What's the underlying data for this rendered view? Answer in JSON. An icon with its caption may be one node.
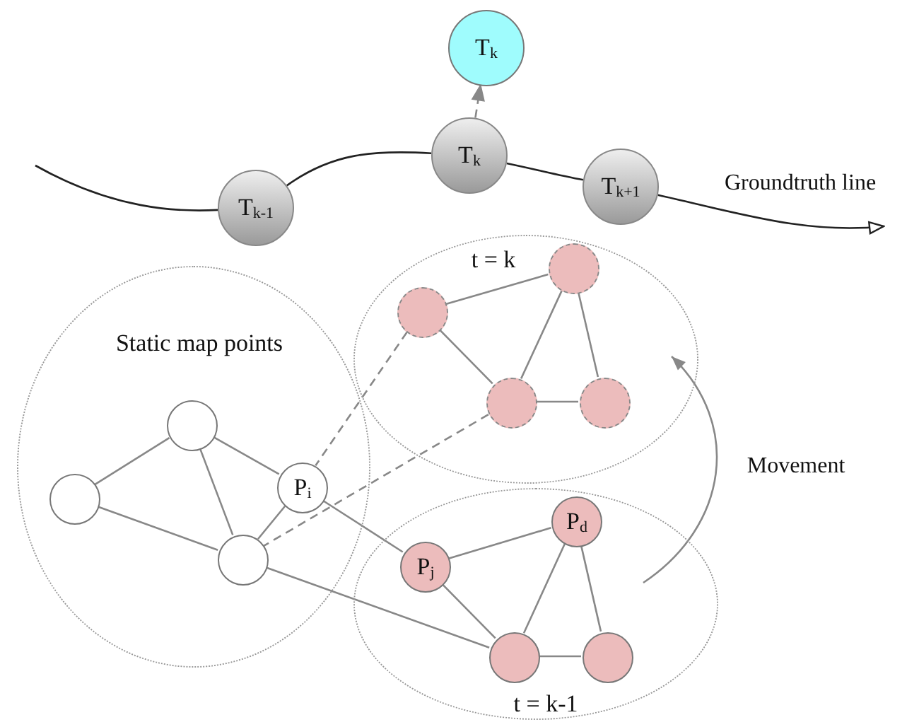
{
  "diagram": {
    "nodes": [
      {
        "text": [
          "T$_{k}$"
        ]
      },
      {
        "text": [
          "T$_{k-1}$"
        ]
      },
      {
        "text": [
          "T$_{k}$"
        ]
      },
      {
        "text": [
          "T$_{k+1}$"
        ]
      },
      {
        "text": [
          "t = k"
        ]
      },
      {
        "text": [],
        "shape": "circle",
        "in": 4
      },
      {
        "text": [],
        "shape": "circle",
        "in": 4
      },
      {
        "text": [],
        "shape": "circle",
        "in": 4
      },
      {
        "text": [],
        "shape": "circle",
        "in": 4
      },
      {
        "text": [
          "Static map points"
        ]
      },
      {
        "text": [],
        "shape": "circle",
        "in": 9
      },
      {
        "text": [],
        "shape": "circle",
        "in": 9
      },
      {
        "text": [
          "P$_{i}$"
        ],
        "in": 9
      },
      {
        "text": [],
        "shape": "circle",
        "in": 9
      },
      {
        "text": [
          "t = k-1"
        ]
      },
      {
        "text": [
          "P$_{d}$"
        ],
        "in": 14
      },
      {
        "text": [
          "P$_{j}$"
        ],
        "in": 14
      },
      {
        "text": [],
        "shape": "circle",
        "in": 14
      },
      {
        "text": [],
        "shape": "circle",
        "in": 14
      }
    ],
    "edges": [
      {
        "from": 2,
        "to": 0,
        "arrow": "to",
        "style": "dashed"
      },
      {
        "from": null,
        "to": 1,
        "arrow": "none",
        "color": "#222222"
      },
      {
        "from": 1,
        "to": 2,
        "arrow": "none",
        "color": "#222222"
      },
      {
        "from": 2,
        "to": 3,
        "arrow": "none",
        "color": "#222222"
      },
      {
        "from": 3,
        "to": null,
        "arrow": "to",
        "color": "#222222"
      },
      {
        "from": 6,
        "to": 5,
        "arrow": "none"
      },
      {
        "from": 6,
        "to": 7,
        "arrow": "none"
      },
      {
        "from": 5,
        "to": 7,
        "arrow": "none"
      },
      {
        "from": 5,
        "to": 8,
        "arrow": "none"
      },
      {
        "from": 7,
        "to": 8,
        "arrow": "none"
      },
      {
        "from": 11,
        "to": 10,
        "arrow": "none"
      },
      {
        "from": 11,
        "to": 13,
        "arrow": "none"
      },
      {
        "from": 10,
        "to": 12,
        "arrow": "none"
      },
      {
        "from": 10,
        "to": 13,
        "arrow": "none"
      },
      {
        "from": 12,
        "to": 13,
        "arrow": "none"
      },
      {
        "from": 12,
        "to": 16,
        "arrow": "none"
      },
      {
        "from": 13,
        "to": 17,
        "arrow": "none"
      },
      {
        "from": 16,
        "to": 15,
        "arrow": "none"
      },
      {
        "from": 16,
        "to": 17,
        "arrow": "none"
      },
      {
        "from": 15,
        "to": 17,
        "arrow": "none"
      },
      {
        "from": 15,
        "to": 18,
        "arrow": "none"
      },
      {
        "from": 17,
        "to": 18,
        "arrow": "none"
      },
      {
        "from": 6,
        "to": 12,
        "arrow": "none",
        "style": "dashed"
      },
      {
        "from": 7,
        "to": 13,
        "arrow": "none",
        "style": "dashed"
      }
    ],
    "labels": [
      "Groundtruth line",
      "Movement"
    ]
  }
}
